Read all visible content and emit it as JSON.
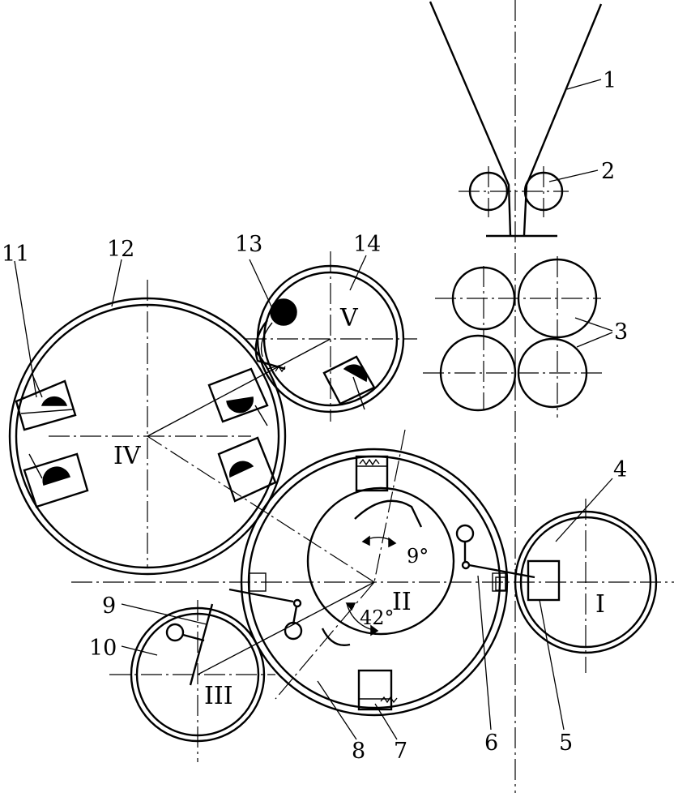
{
  "part_labels": [
    "1",
    "2",
    "3",
    "4",
    "5",
    "6",
    "7",
    "8",
    "9",
    "10",
    "11",
    "12",
    "13",
    "14"
  ],
  "roller_labels": [
    "I",
    "II",
    "III",
    "IV",
    "V"
  ],
  "angles": [
    "9°",
    "42°"
  ],
  "colors": {
    "line": "#000000",
    "background": "#ffffff"
  }
}
